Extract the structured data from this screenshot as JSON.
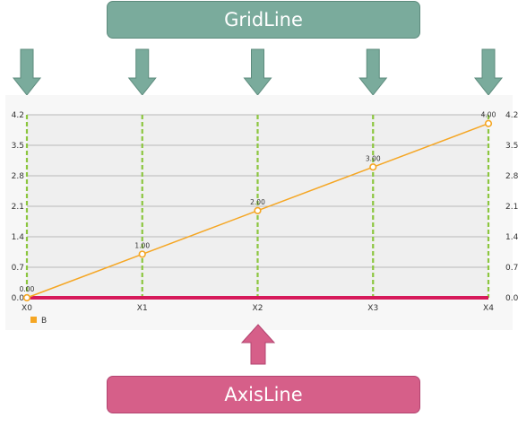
{
  "annotations": {
    "top_label": "GridLine",
    "bottom_label": "AxisLine",
    "top_color": "#7aab9c",
    "bottom_color": "#d65f89"
  },
  "chart_data": {
    "type": "line",
    "categories": [
      "X0",
      "X1",
      "X2",
      "X3",
      "X4"
    ],
    "series": [
      {
        "name": "B",
        "values": [
          0.0,
          1.0,
          2.0,
          3.0,
          4.0
        ],
        "labels": [
          "0.00",
          "1.00",
          "2.00",
          "3.00",
          "4.00"
        ],
        "color": "#f5a623"
      }
    ],
    "y_ticks": [
      "0.0",
      "0.7",
      "1.4",
      "2.1",
      "2.8",
      "3.5",
      "4.2"
    ],
    "ylim": [
      0,
      4.2
    ],
    "left_axis": true,
    "right_axis": true,
    "grid": true,
    "vertical_gridline_style": "dashed",
    "vertical_gridline_color": "#8cc63f",
    "horizontal_gridline_color": "#b8b8b8",
    "axis_line_color": "#d6195a",
    "plot_background": "#efefef",
    "legend": "bottom-left"
  }
}
